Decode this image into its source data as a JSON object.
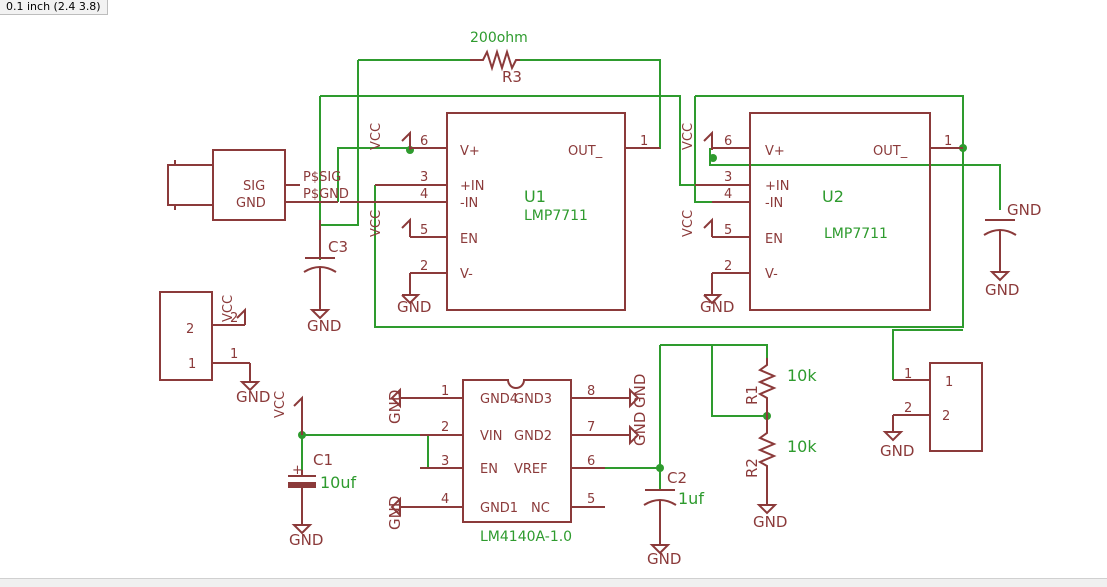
{
  "status": {
    "grid": "0.1 inch (2.4 3.8)"
  },
  "r3": {
    "name": "R3",
    "value": "200ohm"
  },
  "u1": {
    "name": "U1",
    "value": "LMP7711",
    "pins": {
      "vcc6": "VCC",
      "vcc5": "VCC",
      "p6": "6",
      "p3": "3",
      "p4": "4",
      "p5": "5",
      "p2": "2",
      "p1": "1"
    },
    "labels": {
      "vplus": "V+",
      "pin": "+IN",
      "nin": "-IN",
      "en": "EN",
      "vminus": "V-",
      "out": "OUT_"
    }
  },
  "u2": {
    "name": "U2",
    "value": "LMP7711",
    "pins": {
      "vcc6": "VCC",
      "vcc5": "VCC",
      "p6": "6",
      "p3": "3",
      "p4": "4",
      "p5": "5",
      "p2": "2",
      "p1": "1"
    },
    "labels": {
      "vplus": "V+",
      "pin": "+IN",
      "nin": "-IN",
      "en": "EN",
      "vminus": "V-",
      "out": "OUT_"
    }
  },
  "bnc": {
    "sig": "SIG",
    "gnd": "GND",
    "psig": "P$SIG",
    "pgnd": "P$GND"
  },
  "c3": {
    "name": "C3",
    "gnd": "GND"
  },
  "gnd_labels": {
    "u1": "GND",
    "u2": "GND",
    "right_cap": "GND",
    "right_gnd": "GND"
  },
  "conn_left": {
    "pin2": "2",
    "pin1": "1",
    "p2": "2",
    "p1": "1",
    "vcc": "VCC",
    "gnd": "GND"
  },
  "conn_right": {
    "p1_in": "1",
    "p2_in": "2",
    "p1": "1",
    "p2": "2",
    "gnd": "GND"
  },
  "r1": {
    "name": "R1",
    "value": "10k"
  },
  "r2": {
    "name": "R2",
    "value": "10k",
    "gnd": "GND"
  },
  "lm4140": {
    "value": "LM4140A-1.0",
    "pins": {
      "p1": "1",
      "p2": "2",
      "p3": "3",
      "p4": "4",
      "p5": "5",
      "p6": "6",
      "p7": "7",
      "p8": "8"
    },
    "labels": {
      "gnd4": "GND4",
      "vin": "VIN",
      "en": "EN",
      "gnd1": "GND1",
      "gnd3": "GND3",
      "gnd2": "GND2",
      "vref": "VREF",
      "nc": "NC"
    },
    "gnd_left1": "GND",
    "gnd_left4": "GND",
    "gnd_right8": "GND",
    "gnd_right7": "GND"
  },
  "c1": {
    "name": "C1",
    "value": "10uf",
    "vcc": "VCC",
    "gnd": "GND"
  },
  "c2": {
    "name": "C2",
    "value": "1uf",
    "gnd": "GND"
  }
}
